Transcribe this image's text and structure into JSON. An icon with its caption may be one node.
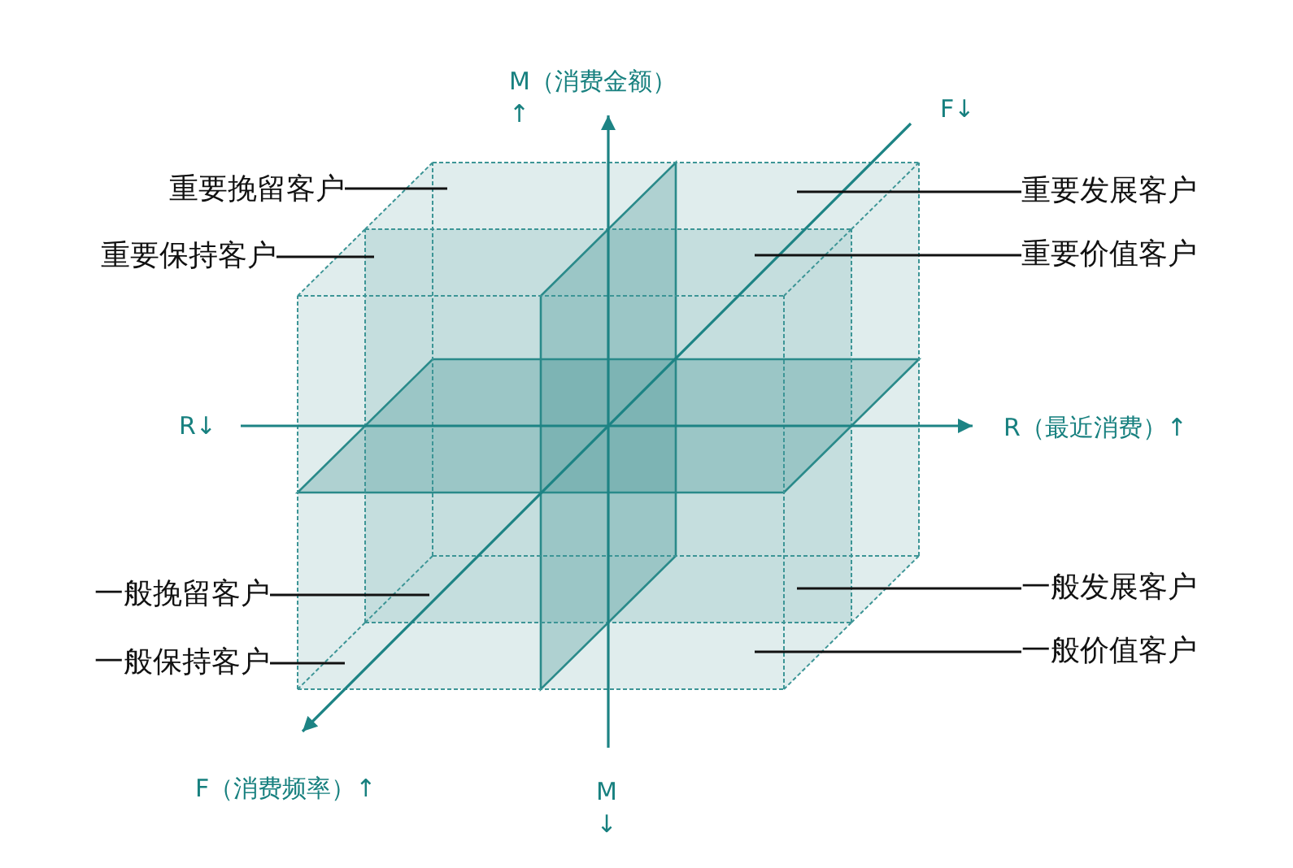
{
  "diagram": {
    "nodes": [
      {
        "text": [
          "重要挽留客户"
        ]
      },
      {
        "text": [
          "重要发展客户"
        ]
      },
      {
        "text": [
          "重要保持客户"
        ]
      },
      {
        "text": [
          "重要价值客户"
        ]
      },
      {
        "text": [
          "一般挽留客户"
        ]
      },
      {
        "text": [
          "一般发展客户"
        ]
      },
      {
        "text": [
          "一般保持客户"
        ]
      },
      {
        "text": [
          "一般价值客户"
        ]
      }
    ],
    "edges": [
      {
        "from": 0,
        "to": null,
        "arrow": "none"
      },
      {
        "from": 1,
        "to": null,
        "arrow": "none"
      },
      {
        "from": 2,
        "to": null,
        "arrow": "none"
      },
      {
        "from": 3,
        "to": null,
        "arrow": "none"
      },
      {
        "from": 4,
        "to": null,
        "arrow": "none"
      },
      {
        "from": 5,
        "to": null,
        "arrow": "none"
      },
      {
        "from": 6,
        "to": null,
        "arrow": "none"
      },
      {
        "from": 7,
        "to": null,
        "arrow": "none"
      }
    ],
    "labels": [
      "M（消费金额）↑",
      "F↓",
      "R↓",
      "R（最近消费）↑",
      "F（消费频率）↑",
      "M↓"
    ]
  }
}
